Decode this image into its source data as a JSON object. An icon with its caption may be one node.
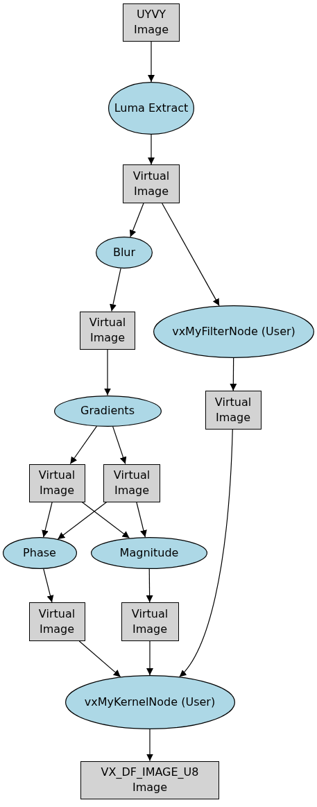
{
  "diagram": {
    "nodes": [
      {
        "text": [
          "UYVY Image"
        ]
      },
      {
        "text": [
          "Luma Extract"
        ]
      },
      {
        "text": [
          "Virtual Image"
        ]
      },
      {
        "text": [
          "Blur"
        ]
      },
      {
        "text": [
          "vxMyFilterNode (User)"
        ]
      },
      {
        "text": [
          "Virtual Image"
        ]
      },
      {
        "text": [
          "Virtual Image"
        ]
      },
      {
        "text": [
          "Gradients"
        ]
      },
      {
        "text": [
          "Virtual Image"
        ]
      },
      {
        "text": [
          "Virtual Image"
        ]
      },
      {
        "text": [
          "Phase"
        ]
      },
      {
        "text": [
          "Magnitude"
        ]
      },
      {
        "text": [
          "Virtual Image"
        ]
      },
      {
        "text": [
          "Virtual Image"
        ]
      },
      {
        "text": [
          "vxMyKernelNode (User)"
        ]
      },
      {
        "text": [
          "VX_DF_IMAGE_U8 Image"
        ]
      }
    ],
    "edges": [
      {
        "from": 0,
        "to": 1,
        "arrow": "to"
      },
      {
        "from": 1,
        "to": 2,
        "arrow": "to"
      },
      {
        "from": 2,
        "to": 3,
        "arrow": "to"
      },
      {
        "from": 2,
        "to": 4,
        "arrow": "to"
      },
      {
        "from": 3,
        "to": 5,
        "arrow": "to"
      },
      {
        "from": 4,
        "to": 6,
        "arrow": "to"
      },
      {
        "from": 5,
        "to": 7,
        "arrow": "to"
      },
      {
        "from": 7,
        "to": 8,
        "arrow": "to"
      },
      {
        "from": 7,
        "to": 9,
        "arrow": "to"
      },
      {
        "from": 8,
        "to": 10,
        "arrow": "to"
      },
      {
        "from": 8,
        "to": 11,
        "arrow": "to"
      },
      {
        "from": 9,
        "to": 10,
        "arrow": "to"
      },
      {
        "from": 9,
        "to": 11,
        "arrow": "to"
      },
      {
        "from": 10,
        "to": 12,
        "arrow": "to"
      },
      {
        "from": 11,
        "to": 13,
        "arrow": "to"
      },
      {
        "from": 12,
        "to": 14,
        "arrow": "to"
      },
      {
        "from": 13,
        "to": 14,
        "arrow": "to"
      },
      {
        "from": 6,
        "to": 14,
        "arrow": "to"
      },
      {
        "from": 14,
        "to": 15,
        "arrow": "to"
      }
    ]
  }
}
